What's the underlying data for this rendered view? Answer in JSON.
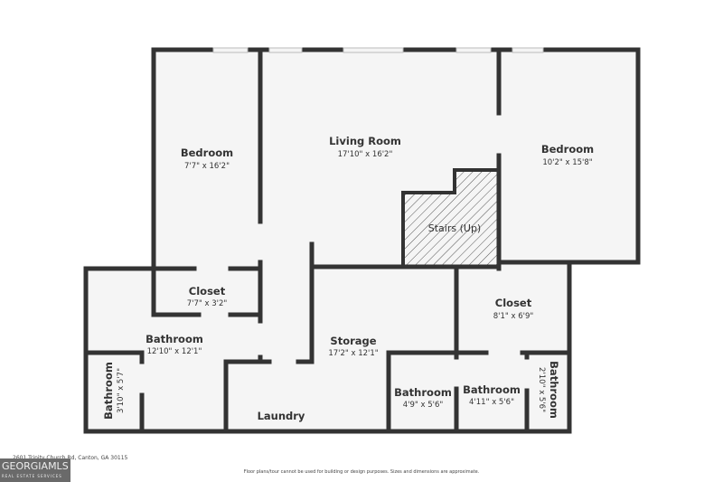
{
  "rooms": {
    "bedroom_left": {
      "name": "Bedroom",
      "dim": "7'7\" x 16'2\""
    },
    "living_room": {
      "name": "Living Room",
      "dim": "17'10\" x 16'2\""
    },
    "bedroom_right": {
      "name": "Bedroom",
      "dim": "10'2\" x 15'8\""
    },
    "stairs": {
      "name": "Stairs (Up)"
    },
    "closet_left": {
      "name": "Closet",
      "dim": "7'7\" x 3'2\""
    },
    "closet_right": {
      "name": "Closet",
      "dim": "8'1\" x 6'9\""
    },
    "bathroom_large": {
      "name": "Bathroom",
      "dim": "12'10\" x 12'1\""
    },
    "storage": {
      "name": "Storage",
      "dim": "17'2\" x 12'1\""
    },
    "bathroom_small_left": {
      "name": "Bathroom",
      "dim": "3'10\" x 5'7\""
    },
    "laundry": {
      "name": "Laundry"
    },
    "bathroom_a": {
      "name": "Bathroom",
      "dim": "4'9\" x 5'6\""
    },
    "bathroom_b": {
      "name": "Bathroom",
      "dim": "4'11\" x 5'6\""
    },
    "bathroom_c": {
      "name": "Bathroom",
      "dim": "2'10\" x 5'6\""
    }
  },
  "footer": {
    "address": "2601 Trinity Church Rd, Canton, GA 30115",
    "disclaimer": "Floor plans/tour cannot be used for building or design purposes. Sizes and dimensions are approximate.",
    "logo_main": "GEORGIAMLS",
    "logo_sub": "REAL ESTATE SERVICES"
  }
}
